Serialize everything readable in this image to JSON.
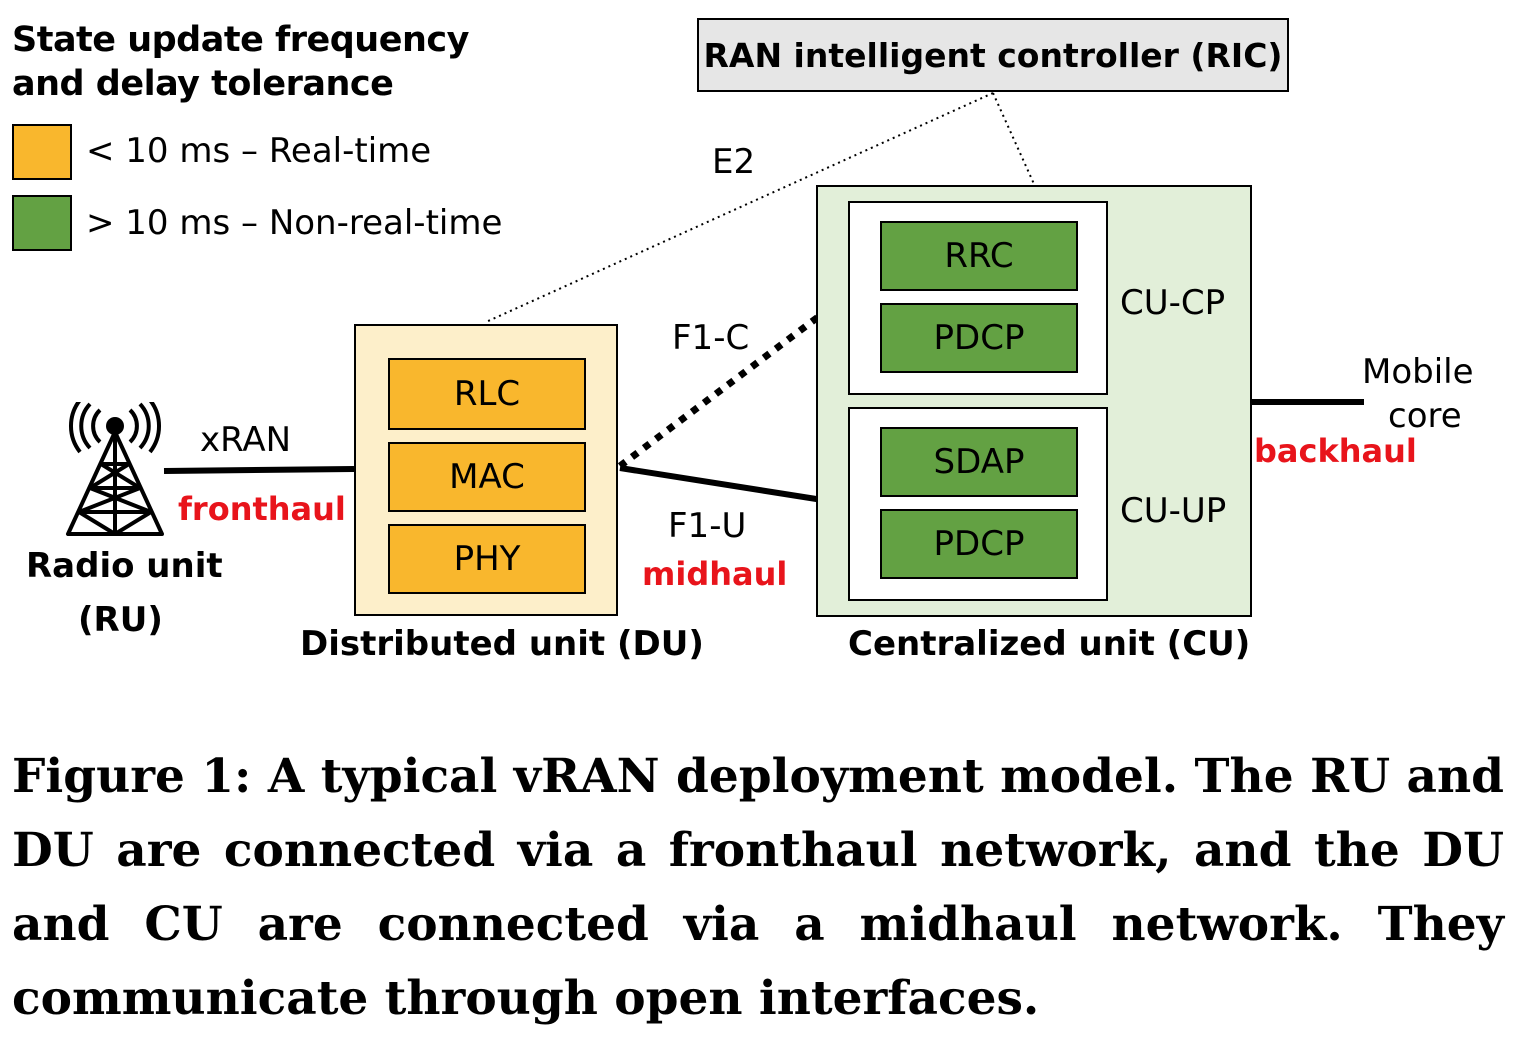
{
  "legend": {
    "title_line1": "State update frequency",
    "title_line2": "and delay tolerance",
    "realtime_label": "< 10 ms – Real-time",
    "nonrealtime_label": "> 10 ms – Non-real-time",
    "realtime_color": "#f9b72d",
    "nonrealtime_color": "#63a143"
  },
  "ric": {
    "label": "RAN intelligent controller (RIC)"
  },
  "interfaces": {
    "e2": "E2",
    "f1c": "F1-C",
    "f1u": "F1-U",
    "xran": "xRAN",
    "fronthaul": "fronthaul",
    "midhaul": "midhaul",
    "backhaul": "backhaul"
  },
  "ru": {
    "icon": "radio-tower-icon",
    "line1": "Radio unit",
    "line2": "(RU)"
  },
  "du": {
    "label": "Distributed unit (DU)",
    "layers": [
      "RLC",
      "MAC",
      "PHY"
    ]
  },
  "cu": {
    "label": "Centralized unit (CU)",
    "cp_label": "CU-CP",
    "up_label": "CU-UP",
    "cp_layers": [
      "RRC",
      "PDCP"
    ],
    "up_layers": [
      "SDAP",
      "PDCP"
    ]
  },
  "core": {
    "line1": "Mobile",
    "line2": "core"
  },
  "caption": "Figure 1: A typical vRAN deployment model. The RU and DU are connected via a fronthaul network, and the DU and CU are connected via a midhaul network. They communicate through open interfaces."
}
